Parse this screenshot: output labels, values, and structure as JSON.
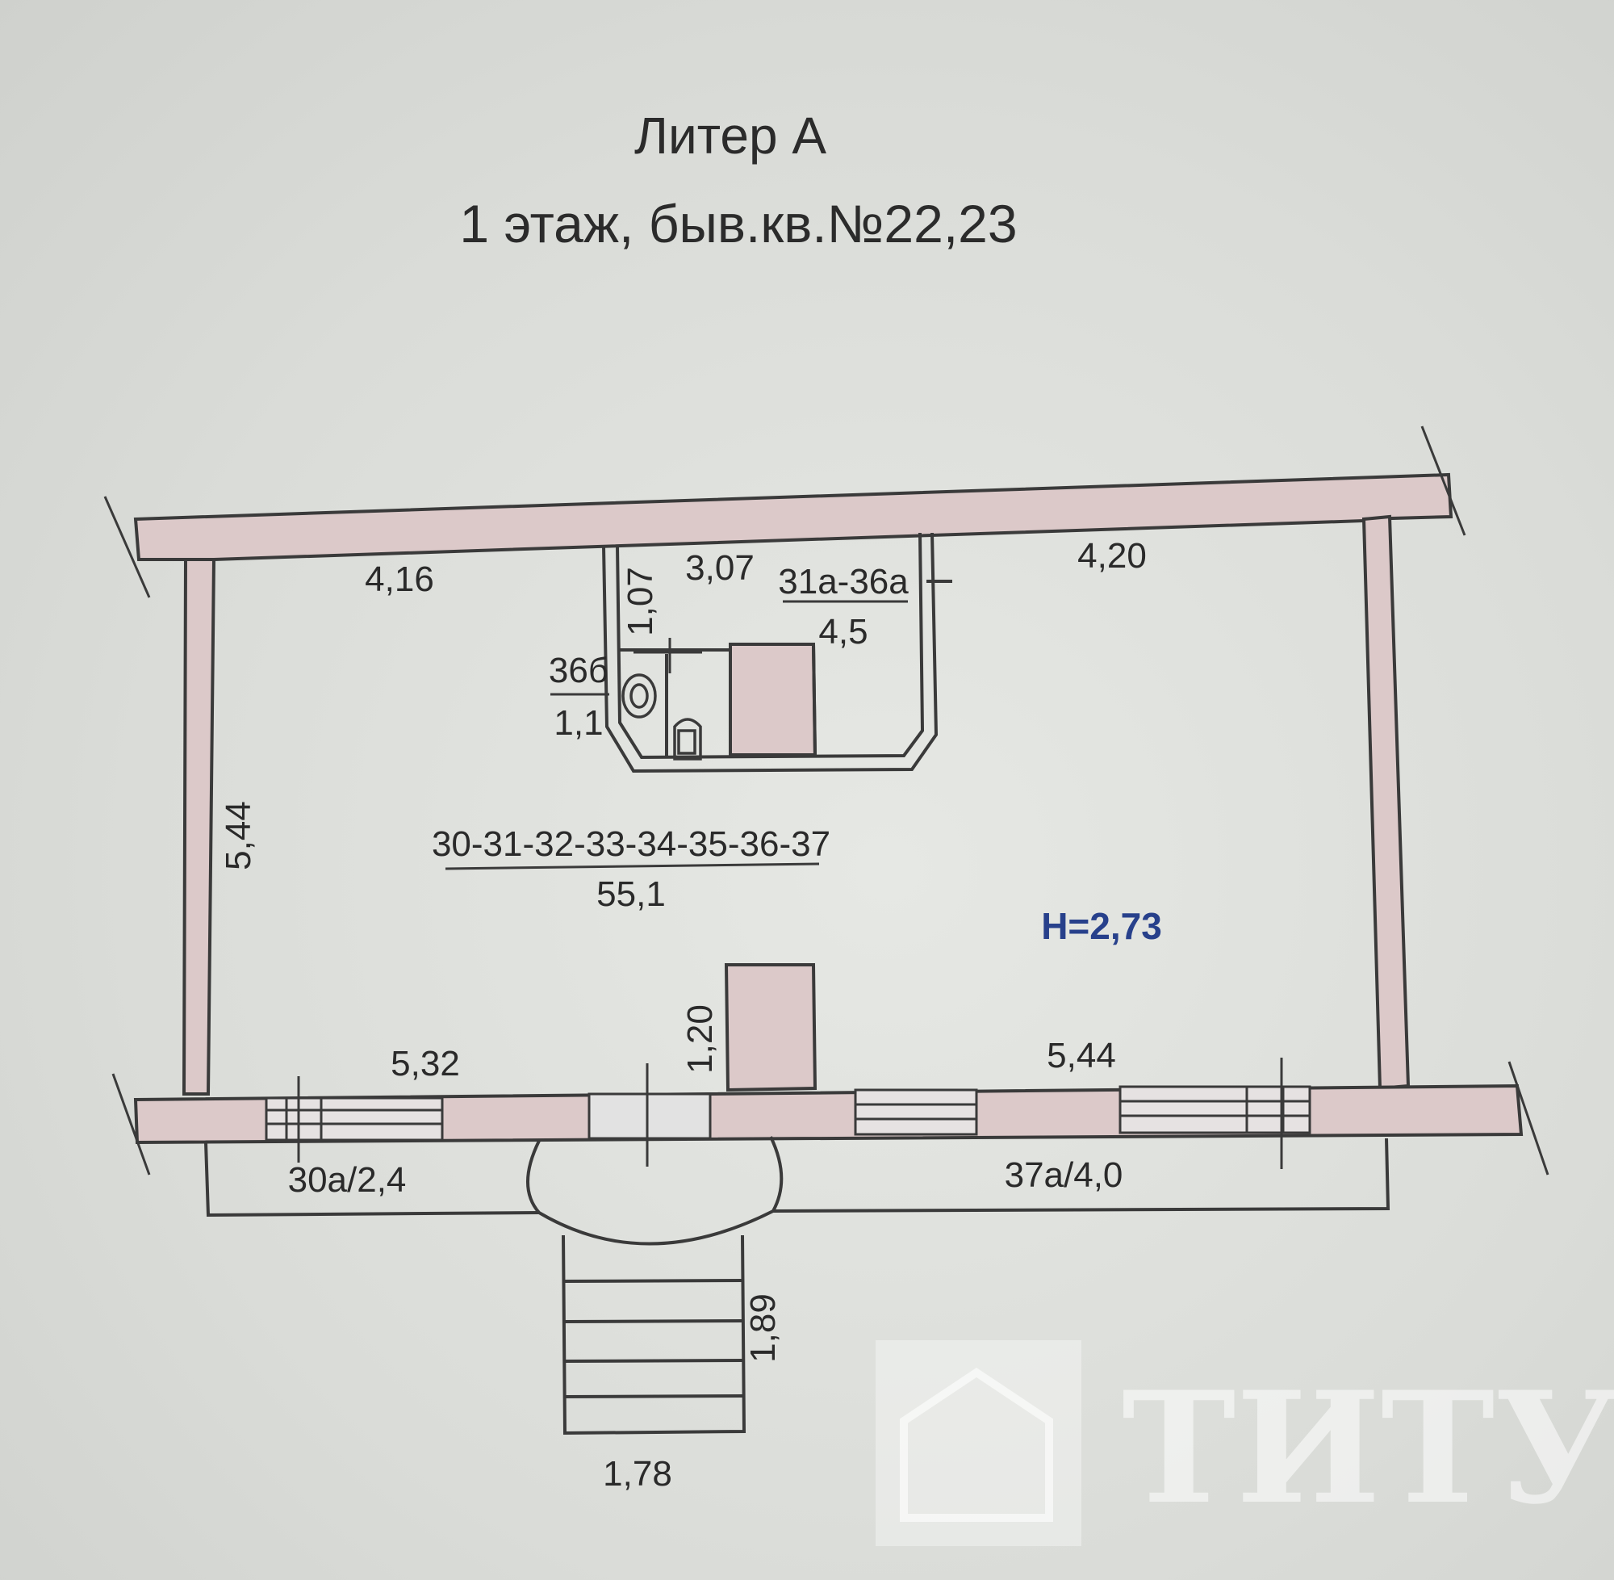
{
  "title": {
    "line1": "Литер А",
    "line2": "1 этаж, быв.кв.№22,23"
  },
  "rooms": {
    "main": {
      "number": "30-31-32-33-34-35-36-37",
      "area": "55,1"
    },
    "room_31a_36a": {
      "number": "31а-36а",
      "area": "4,5"
    },
    "room_36b": {
      "number": "36б",
      "area": "1,1"
    },
    "porch_left": {
      "label": "30а/2,4"
    },
    "porch_right": {
      "label": "37а/4,0"
    }
  },
  "dimensions": {
    "top_left": "4,16",
    "top_mid": "3,07",
    "top_right": "4,20",
    "small_vertical": "1,07",
    "left_height": "5,44",
    "bottom_left": "5,32",
    "bottom_right": "5,44",
    "pillar": "1,20",
    "stairs_length": "1,89",
    "stairs_width": "1,78"
  },
  "ceiling_height": "H=2,73",
  "watermark": {
    "text": "ТИТУЛ"
  },
  "colors": {
    "wall_fill": "#dcc9c9",
    "line": "#3a3a3a",
    "paper": "#e2e4e0",
    "height_text": "#27408b"
  }
}
